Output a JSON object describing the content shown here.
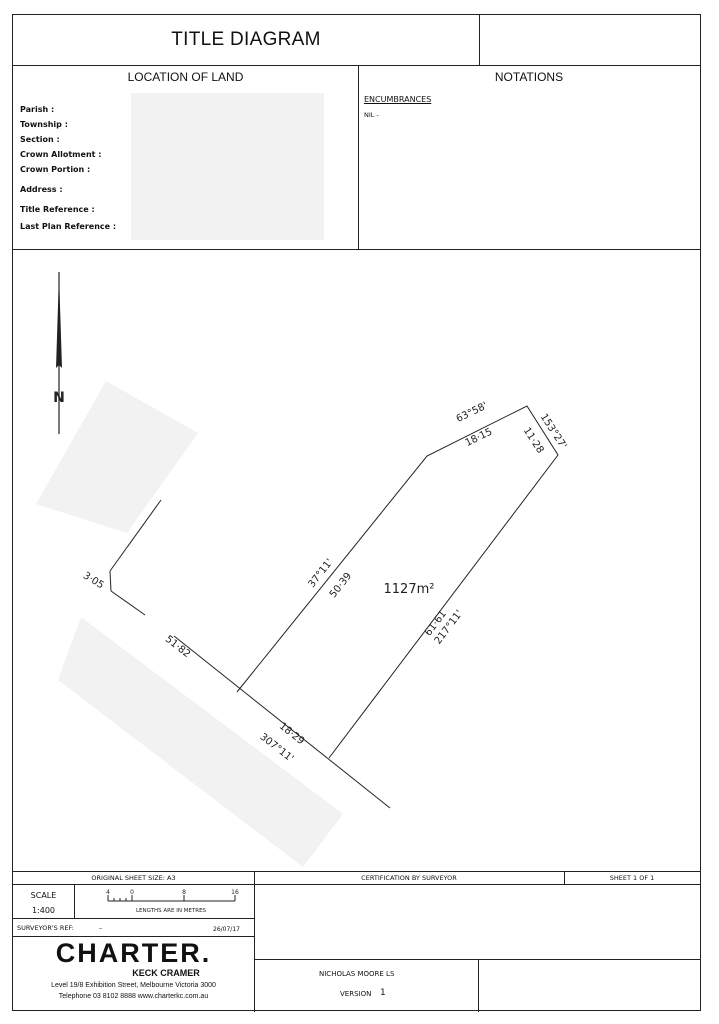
{
  "header": {
    "title": "TITLE DIAGRAM"
  },
  "location": {
    "heading": "LOCATION OF LAND",
    "fields": [
      "Parish :",
      "Township :",
      "Section :",
      "Crown Allotment :",
      "Crown Portion :",
      "Address :",
      "Title Reference :",
      "Last Plan Reference :"
    ]
  },
  "notations": {
    "heading": "NOTATIONS",
    "encumbrances_label": "ENCUMBRANCES",
    "encumbrances_value": "NIL  -"
  },
  "plan": {
    "north_label": "N",
    "area": "1127m²",
    "dims": {
      "top_bearing": "63°58'",
      "top_length": "18·15",
      "ne_bearing": "153°27'",
      "ne_length": "11·28",
      "east_length": "61·61",
      "east_bearing": "217°11'",
      "west_bearing": "37°11'",
      "west_length": "50·39",
      "south_length": "18·29",
      "south_bearing": "307°11'",
      "road_length": "51·82",
      "corner_length": "3·05"
    }
  },
  "footer": {
    "original_sheet": "ORIGINAL SHEET SIZE: A3",
    "certification": "CERTIFICATION BY SURVEYOR",
    "sheet": "SHEET  1  OF  1",
    "scale_label": "SCALE",
    "scale_value": "1:400",
    "scale_ticks": [
      "4",
      "0",
      "8",
      "16"
    ],
    "lengths_note": "LENGTHS ARE IN METRES",
    "surveyor_ref_label": "SURVEYOR'S REF:",
    "surveyor_ref_value": "–",
    "date": "26/07/17",
    "logo_main": "CHARTER.",
    "logo_sub": "KECK CRAMER",
    "address": "Level 19/8 Exhibition Street, Melbourne Victoria 3000",
    "phone": "Telephone 03 8102 8888   www.charterkc.com.au",
    "surveyor_name": "NICHOLAS MOORE LS",
    "version_label": "VERSION",
    "version_value": "1"
  }
}
